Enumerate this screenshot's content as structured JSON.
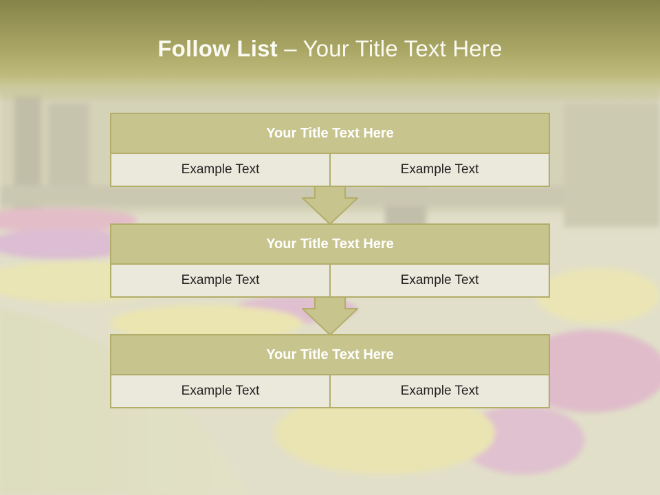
{
  "slide": {
    "title_bold": "Follow List",
    "title_rest": " – Your Title Text Here"
  },
  "boxes": [
    {
      "title": "Your Title Text Here",
      "left": "Example Text",
      "right": "Example Text"
    },
    {
      "title": "Your Title Text Here",
      "left": "Example Text",
      "right": "Example Text"
    },
    {
      "title": "Your Title Text Here",
      "left": "Example Text",
      "right": "Example Text"
    }
  ],
  "colors": {
    "header_fill": "#c8c48e",
    "border": "#b3ad6a",
    "cell_fill": "#ebe8dc",
    "title_text": "#fafaf2"
  }
}
